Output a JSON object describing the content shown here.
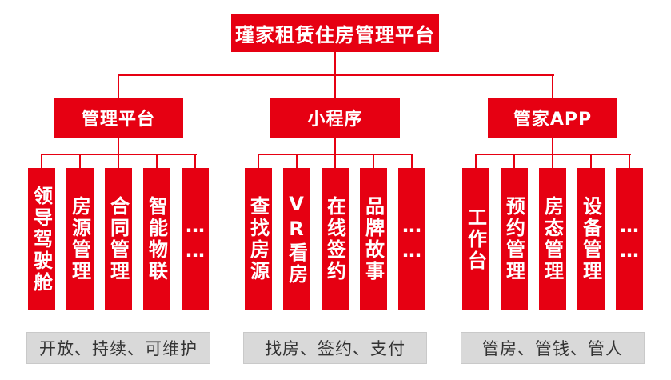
{
  "title": "瑾家租赁住房管理平台",
  "colors": {
    "primary_red": "#e60012",
    "bar_text": "#ffffff",
    "footer_bg": "#d9d9d9",
    "footer_text": "#333333",
    "background": "#ffffff"
  },
  "groups": [
    {
      "name": "管理平台",
      "items": [
        "领导驾驶舱",
        "房源管理",
        "合同管理",
        "智能物联",
        "……"
      ],
      "footer": "开放、持续、可维护"
    },
    {
      "name": "小程序",
      "items": [
        "查找房源",
        "VR看房",
        "在线签约",
        "品牌故事",
        "……"
      ],
      "footer": "找房、签约、支付"
    },
    {
      "name": "管家APP",
      "items": [
        "工作台",
        "预约管理",
        "房态管理",
        "设备管理",
        "……"
      ],
      "footer": "管房、管钱、管人"
    }
  ]
}
